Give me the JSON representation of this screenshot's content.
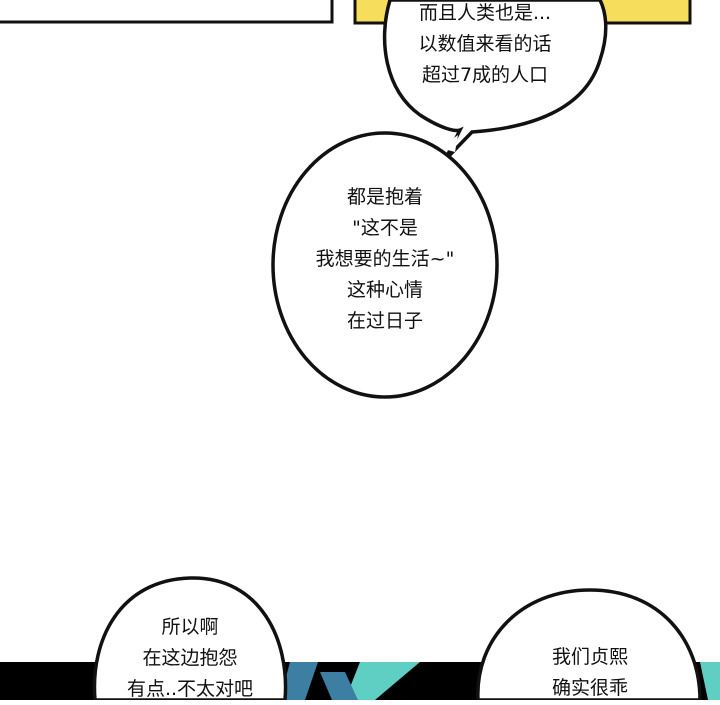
{
  "bubbles": [
    {
      "lines": [
        "而且人类也是...",
        "以数值来看的话",
        "超过7成的人口"
      ]
    },
    {
      "lines": [
        "都是抱着",
        "\"这不是",
        "我想要的生活~\"",
        "这种心情",
        "在过日子"
      ]
    },
    {
      "lines": [
        "所以啊",
        "在这边抱怨",
        "有点..不太对吧"
      ]
    },
    {
      "lines": [
        "我们贞熙",
        "确实很乖"
      ]
    }
  ],
  "colors": {
    "yellow_panel": "#f7dd5c",
    "teal": "#5fcfc4",
    "blue": "#3d7fa3",
    "black": "#000000"
  }
}
